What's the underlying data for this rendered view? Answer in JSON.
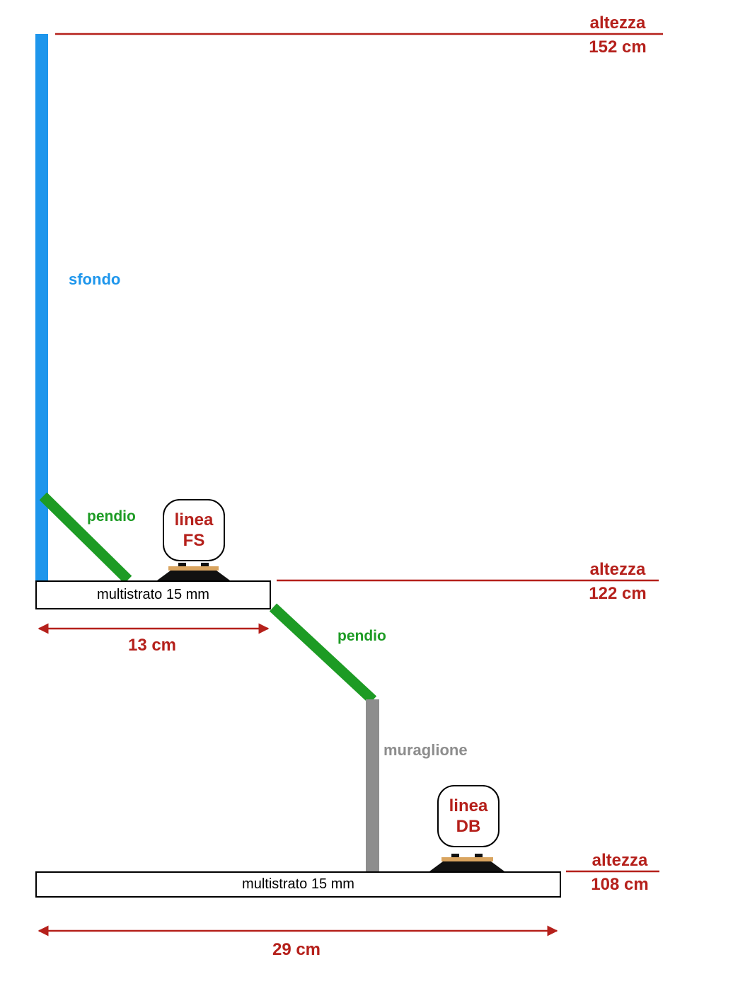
{
  "colors": {
    "red": "#b5201b",
    "blue": "#1e96ec",
    "green": "#1d9b24",
    "gray": "#8d8d8d",
    "tan": "#d9a45f",
    "black": "#111111"
  },
  "labels": {
    "sfondo": "sfondo",
    "pendio_upper": "pendio",
    "pendio_lower": "pendio",
    "muraglione": "muraglione",
    "platform_upper": "multistrato 15 mm",
    "platform_lower": "multistrato 15 mm"
  },
  "callouts": {
    "linea_fs": {
      "line1": "linea",
      "line2": "FS"
    },
    "linea_db": {
      "line1": "linea",
      "line2": "DB"
    }
  },
  "dimensions": {
    "height_top": {
      "label": "altezza",
      "value": "152 cm"
    },
    "height_mid": {
      "label": "altezza",
      "value": "122 cm"
    },
    "height_bottom": {
      "label": "altezza",
      "value": "108 cm"
    },
    "width_upper": {
      "value": "13 cm"
    },
    "width_lower": {
      "value": "29 cm"
    }
  },
  "icons": {
    "track_fs": "railway-track-icon",
    "track_db": "railway-track-icon"
  }
}
